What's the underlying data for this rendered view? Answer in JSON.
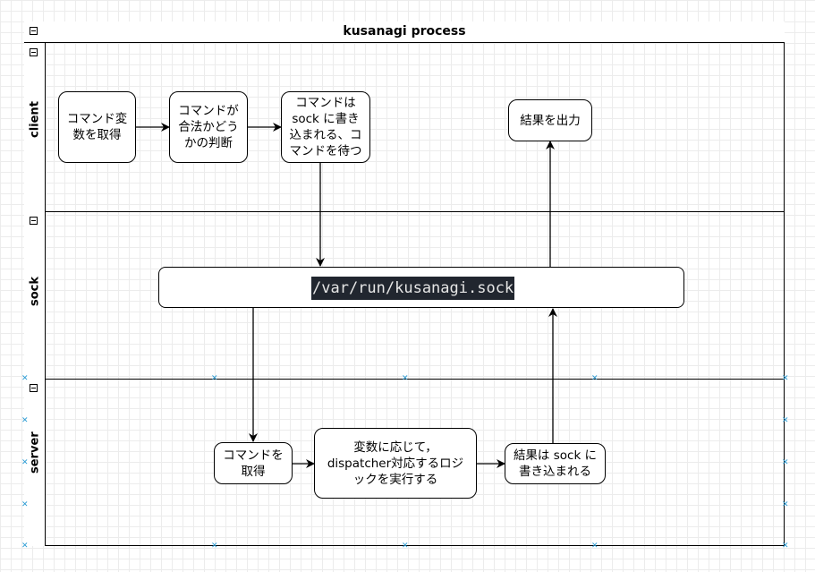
{
  "pool": {
    "title": "kusanagi process"
  },
  "lanes": [
    {
      "id": "client",
      "label": "client"
    },
    {
      "id": "sock",
      "label": "sock"
    },
    {
      "id": "server",
      "label": "server"
    }
  ],
  "nodes": {
    "get_variable": "コマンド変\n数を取得",
    "check_valid": "コマンドが\n合法かどう\nかの判断",
    "write_sock": "コマンドは\nsock に書き\n込まれる、コ\nマンドを待つ",
    "output_result": "結果を出力",
    "sock_path": "/var/run/kusanagi.sock",
    "get_command": "コマンドを\n取得",
    "execute_logic": "変数に応じて，\ndispatcher対応するロジ\nックを実行する",
    "write_result": "結果は sock に\n書き込まれる"
  },
  "colors": {
    "line": "#000000",
    "handle": "#2a9bd4",
    "code_bg": "#21262f",
    "code_fg": "#e6e6e6"
  }
}
